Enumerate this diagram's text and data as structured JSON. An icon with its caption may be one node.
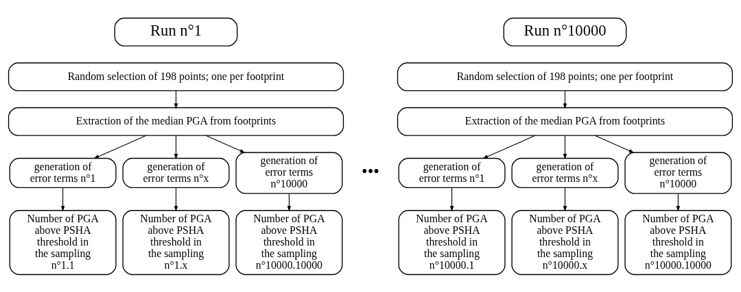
{
  "diagram": {
    "nodes": [
      {
        "text": [
          "Run n°1"
        ]
      },
      {
        "text": [
          "Random selection of 198 points; one per footprint"
        ]
      },
      {
        "text": [
          "Extraction of the median PGA from footprints"
        ]
      },
      {
        "text": [
          "generation of error terms n°1"
        ]
      },
      {
        "text": [
          "generation of error terms n°x"
        ]
      },
      {
        "text": [
          "generation of error terms n°10000"
        ]
      },
      {
        "text": [
          "Number of PGA above PSHA threshold in the sampling n°1.1"
        ]
      },
      {
        "text": [
          "Number of PGA above PSHA threshold in the sampling n°1.x"
        ]
      },
      {
        "text": [
          "Number of PGA above PSHA threshold in the sampling n°10000.10000"
        ]
      },
      {
        "text": [
          "Run n°10000"
        ]
      },
      {
        "text": [
          "Random selection of 198 points; one per footprint"
        ]
      },
      {
        "text": [
          "Extraction of the median PGA from footprints"
        ]
      },
      {
        "text": [
          "generation of error terms n°1"
        ]
      },
      {
        "text": [
          "generation of error terms n°x"
        ]
      },
      {
        "text": [
          "generation of error terms n°10000"
        ]
      },
      {
        "text": [
          "Number of PGA above PSHA threshold in the sampling n°10000.1"
        ]
      },
      {
        "text": [
          "Number of PGA above PSHA threshold in the sampling n°10000.x"
        ]
      },
      {
        "text": [
          "Number of PGA above PSHA threshold in the sampling n°10000.10000"
        ]
      }
    ],
    "edges": [
      {
        "from": 1,
        "to": 2,
        "arrow": "to"
      },
      {
        "from": 2,
        "to": 3,
        "arrow": "to"
      },
      {
        "from": 2,
        "to": 4,
        "arrow": "to"
      },
      {
        "from": 2,
        "to": 5,
        "arrow": "to"
      },
      {
        "from": 3,
        "to": 6,
        "arrow": "to"
      },
      {
        "from": 4,
        "to": 7,
        "arrow": "to"
      },
      {
        "from": 5,
        "to": 8,
        "arrow": "to"
      },
      {
        "from": 10,
        "to": 11,
        "arrow": "to"
      },
      {
        "from": 11,
        "to": 12,
        "arrow": "to"
      },
      {
        "from": 11,
        "to": 13,
        "arrow": "to"
      },
      {
        "from": 11,
        "to": 14,
        "arrow": "to"
      },
      {
        "from": 12,
        "to": 15,
        "arrow": "to"
      },
      {
        "from": 13,
        "to": 16,
        "arrow": "to"
      },
      {
        "from": 14,
        "to": 17,
        "arrow": "to"
      }
    ],
    "labels": [
      "•••"
    ]
  }
}
